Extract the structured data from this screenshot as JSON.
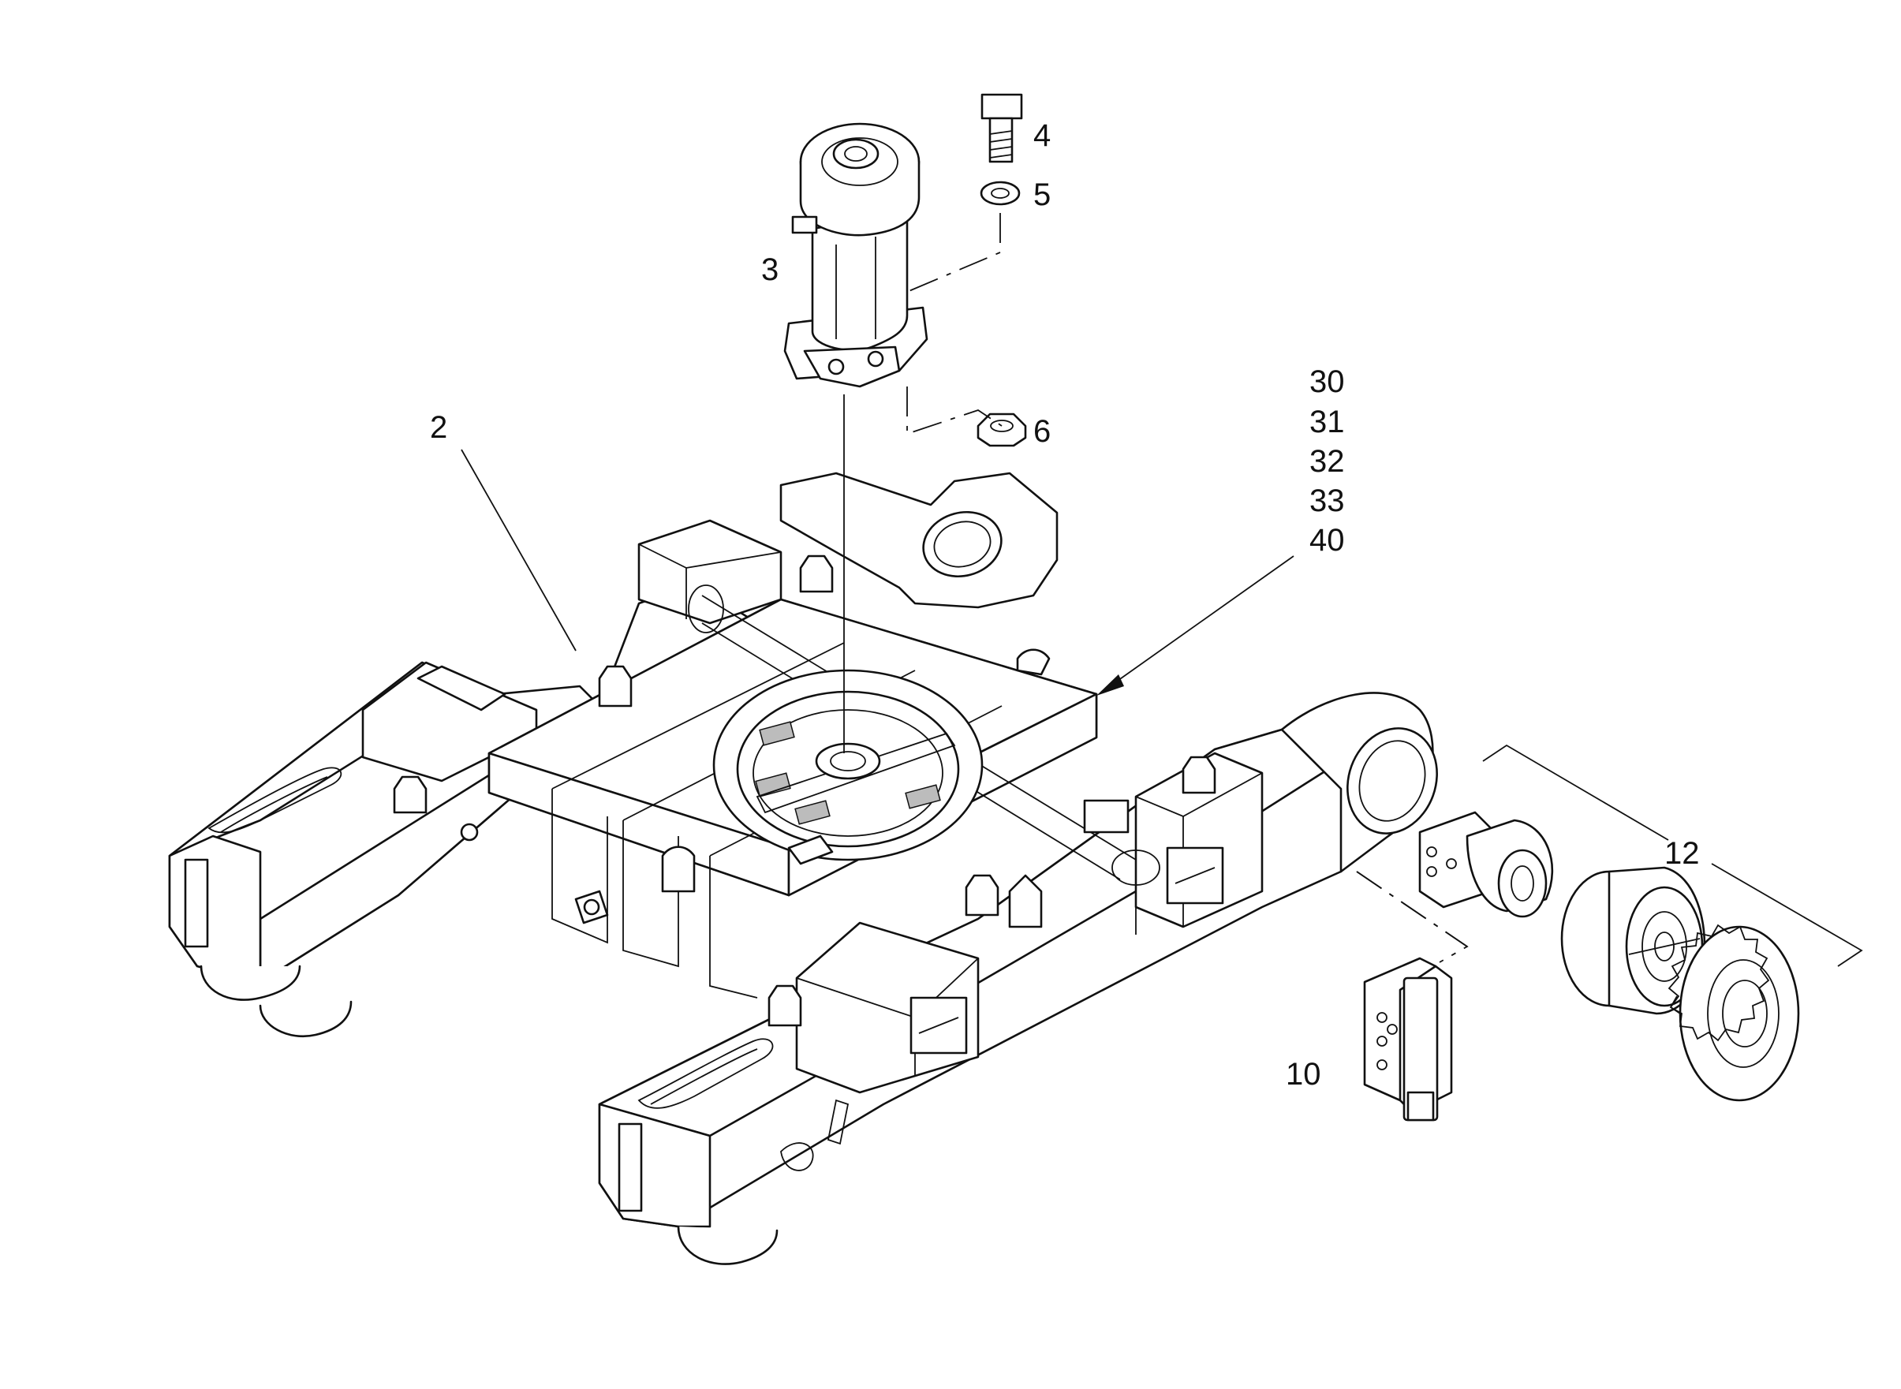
{
  "diagram": {
    "callouts": {
      "c2": "2",
      "c3": "3",
      "c4": "4",
      "c5": "5",
      "c6": "6",
      "c10": "10",
      "c12": "12",
      "c30": "30",
      "c31": "31",
      "c32": "32",
      "c33": "33",
      "c40": "40"
    }
  }
}
